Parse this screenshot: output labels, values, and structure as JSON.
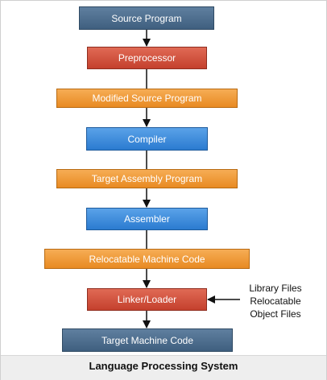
{
  "diagram": {
    "boxes": [
      {
        "id": "source_program",
        "label": "Source Program",
        "color": "#3f5f7f"
      },
      {
        "id": "preprocessor",
        "label": "Preprocessor",
        "color": "#c4402d"
      },
      {
        "id": "modified_source_program",
        "label": "Modified Source Program",
        "color": "#e88a22"
      },
      {
        "id": "compiler",
        "label": "Compiler",
        "color": "#2b7bd0"
      },
      {
        "id": "target_assembly_program",
        "label": "Target Assembly Program",
        "color": "#e88a22"
      },
      {
        "id": "assembler",
        "label": "Assembler",
        "color": "#2b7bd0"
      },
      {
        "id": "relocatable_machine_code",
        "label": "Relocatable Machine Code",
        "color": "#e88a22"
      },
      {
        "id": "linker_loader",
        "label": "Linker/Loader",
        "color": "#c4402d"
      },
      {
        "id": "target_machine_code",
        "label": "Target Machine Code",
        "color": "#3f5f7f"
      }
    ],
    "side_inputs": {
      "line1": "Library Files",
      "line2": "Relocatable",
      "line3": "Object Files"
    },
    "caption": "Language Processing System"
  }
}
